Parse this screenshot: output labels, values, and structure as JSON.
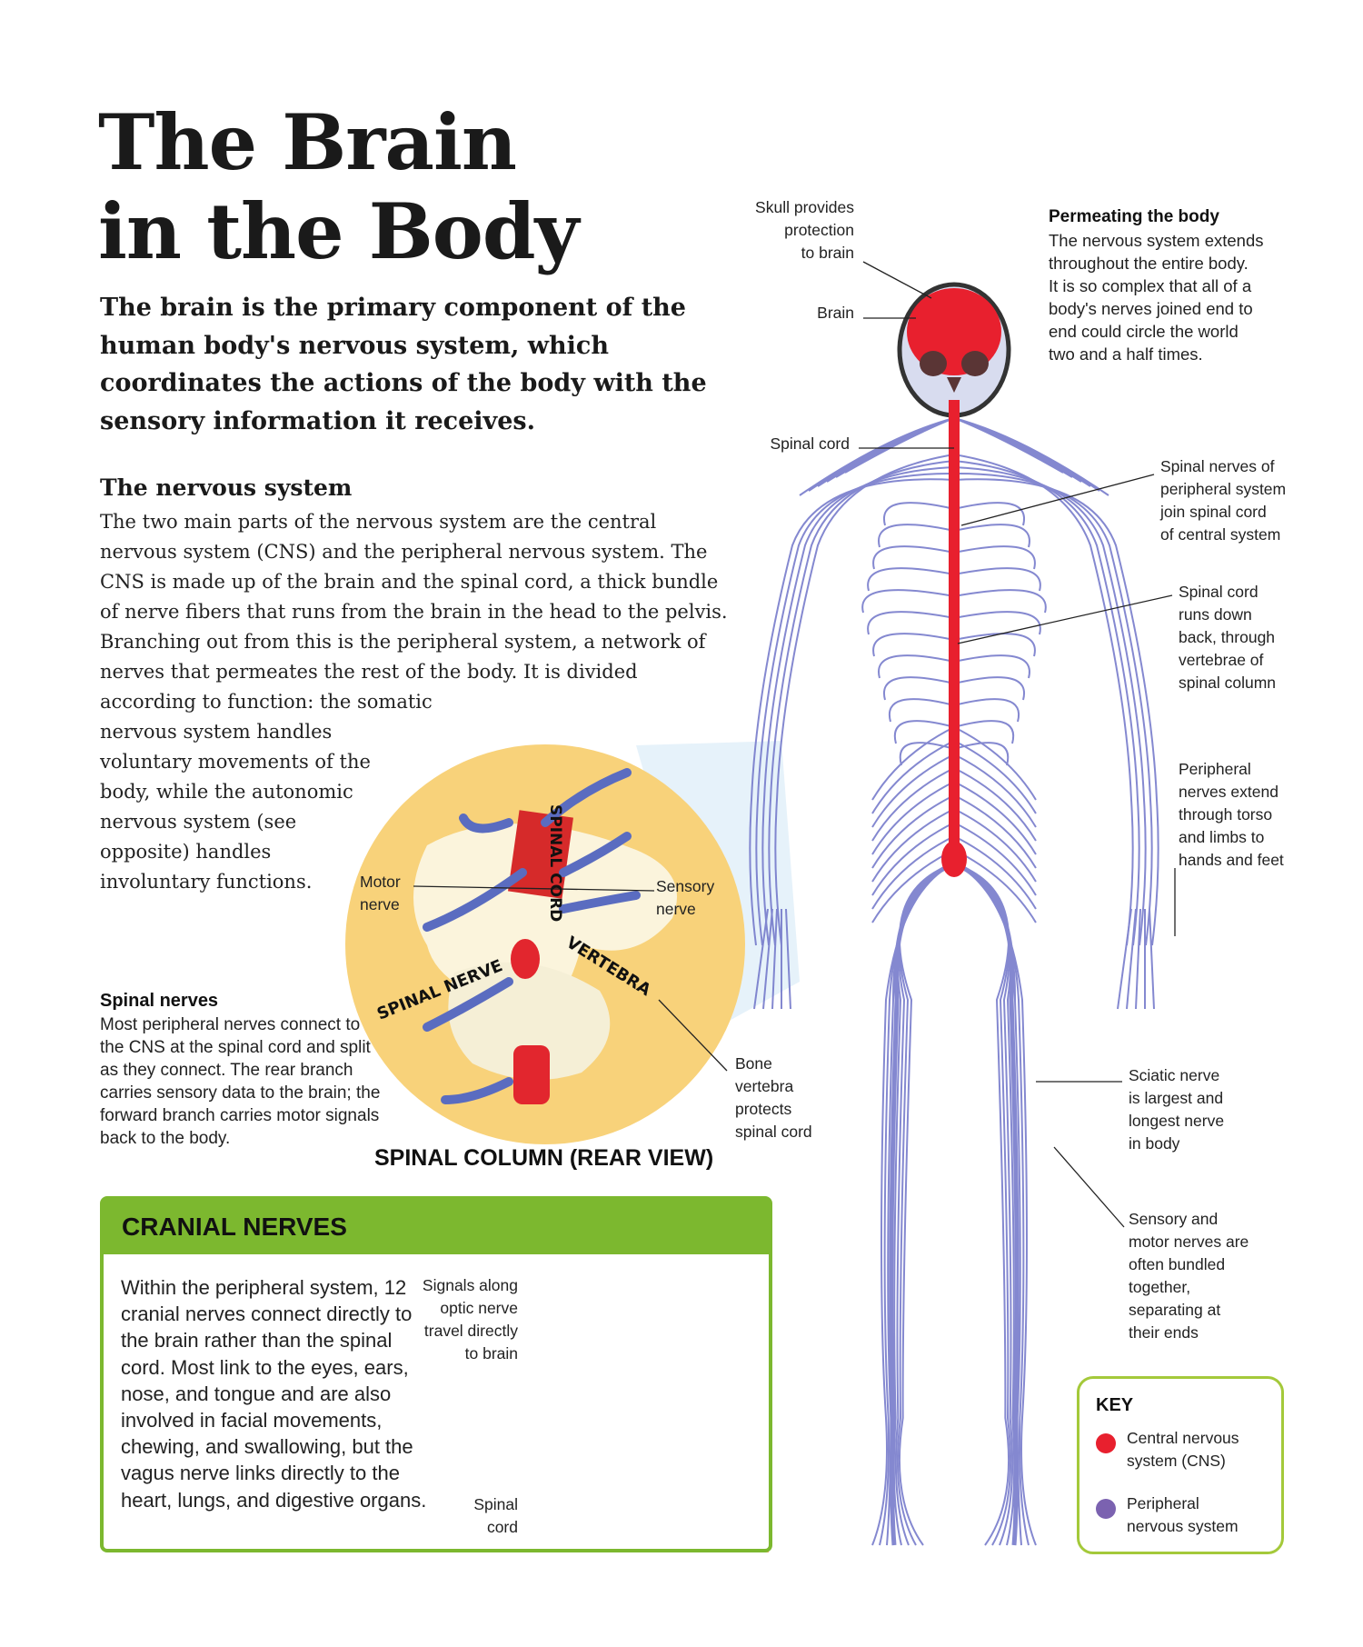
{
  "title": {
    "line1": "The Brain",
    "line2": "in the Body"
  },
  "intro": "The brain is the primary component of the human body's nervous system, which coordinates the actions of the body with the sensory information it receives.",
  "nervous_system": {
    "heading": "The nervous system",
    "wide_text": "The two main parts of the nervous system are the central nervous system (CNS) and the peripheral nervous system. The CNS is made up of the brain and the spinal cord, a thick bundle of nerve fibers that runs from the brain in the head to the pelvis. Branching out from this is the peripheral system, a network of nerves that permeates the rest of the body. It is divided according to function: the somatic",
    "narrow_text": "nervous system handles voluntary movements of the body, while the autonomic nervous system (see opposite) handles involuntary functions."
  },
  "spinal_nerves": {
    "heading": "Spinal nerves",
    "text": "Most peripheral nerves connect to the CNS at the spinal cord and split as they connect. The rear branch carries sensory data to the brain; the forward branch carries motor signals back to the body."
  },
  "spinal_column": {
    "caption": "SPINAL COLUMN (REAR VIEW)",
    "label_spinal_cord": "SPINAL CORD",
    "label_spinal_nerve": "SPINAL NERVE",
    "label_vertebra": "VERTEBRA",
    "motor_nerve": "Motor\nnerve",
    "sensory_nerve": "Sensory\nnerve",
    "bone_vertebra": "Bone\nvertebra\nprotects\nspinal cord"
  },
  "cranial": {
    "heading": "CRANIAL NERVES",
    "text": "Within the peripheral system, 12 cranial nerves connect directly to the brain rather than the spinal cord. Most link to the eyes, ears, nose, and tongue and are also involved in facial movements, chewing, and swallowing, but the vagus nerve links directly to the heart, lungs, and digestive organs.",
    "signals_label": "Signals along\noptic nerve\ntravel directly\nto brain",
    "spinal_cord_label": "Spinal\ncord"
  },
  "figure_labels": {
    "skull": "Skull provides\nprotection\nto brain",
    "brain": "Brain",
    "spinal_cord": "Spinal cord",
    "permeating_heading": "Permeating the body",
    "permeating_text": "The nervous system extends\nthroughout the entire body.\nIt is so complex that all of a\nbody's nerves joined end to\nend could circle the world\ntwo and a half times.",
    "spinal_nerves_join": "Spinal nerves of\nperipheral system\njoin spinal cord\nof central system",
    "cord_runs": "Spinal cord\nruns down\nback, through\nvertebrae of\nspinal column",
    "peripheral_extend": "Peripheral\nnerves extend\nthrough torso\nand limbs to\nhands and feet",
    "sciatic": "Sciatic nerve\nis largest and\nlongest nerve\nin body",
    "bundled": "Sensory and\nmotor nerves are\noften bundled\ntogether,\nseparating at\ntheir ends"
  },
  "key": {
    "heading": "KEY",
    "items": [
      {
        "label": "Central nervous\nsystem (CNS)",
        "color": "#e8202e"
      },
      {
        "label": "Peripheral\nnervous system",
        "color": "#7b62b0"
      }
    ]
  },
  "colors": {
    "cns": "#e8202e",
    "pns": "#6f74c8",
    "green": "#7cb82f",
    "circle": "#f8d27a",
    "skin": "#f6a86a"
  }
}
